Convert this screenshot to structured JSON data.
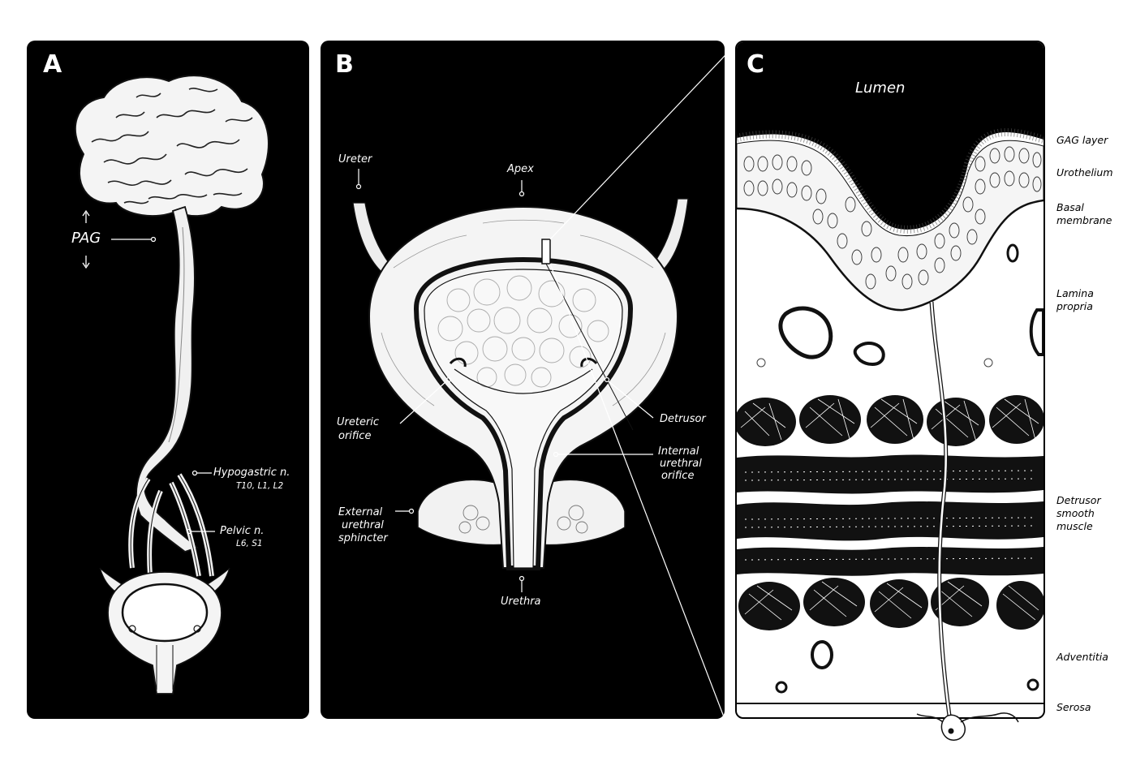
{
  "panels": {
    "a": {
      "letter": "A",
      "labels": {
        "pag": "PAG",
        "hypogastric": "Hypogastric n.",
        "hypogastric_levels": "T10, L1, L2",
        "pelvic": "Pelvic n.",
        "pelvic_levels": "L6, S1"
      }
    },
    "b": {
      "letter": "B",
      "labels": {
        "ureter": "Ureter",
        "apex": "Apex",
        "ureteric_orifice_1": "Ureteric",
        "ureteric_orifice_2": "orifice",
        "detrusor": "Detrusor",
        "internal_1": "Internal",
        "internal_2": "urethral",
        "internal_3": "orifice",
        "external_1": "External",
        "external_2": "urethral",
        "external_3": "sphincter",
        "urethra": "Urethra"
      }
    },
    "c": {
      "letter": "C",
      "lumen": "Lumen",
      "layers": {
        "gag": "GAG layer",
        "urothelium": "Urothelium",
        "basal_1": "Basal",
        "basal_2": "membrane",
        "lamina_1": "Lamina",
        "lamina_2": "propria",
        "detrusor_1": "Detrusor",
        "detrusor_2": "smooth",
        "detrusor_3": "muscle",
        "adventitia": "Adventitia",
        "serosa": "Serosa"
      }
    }
  }
}
